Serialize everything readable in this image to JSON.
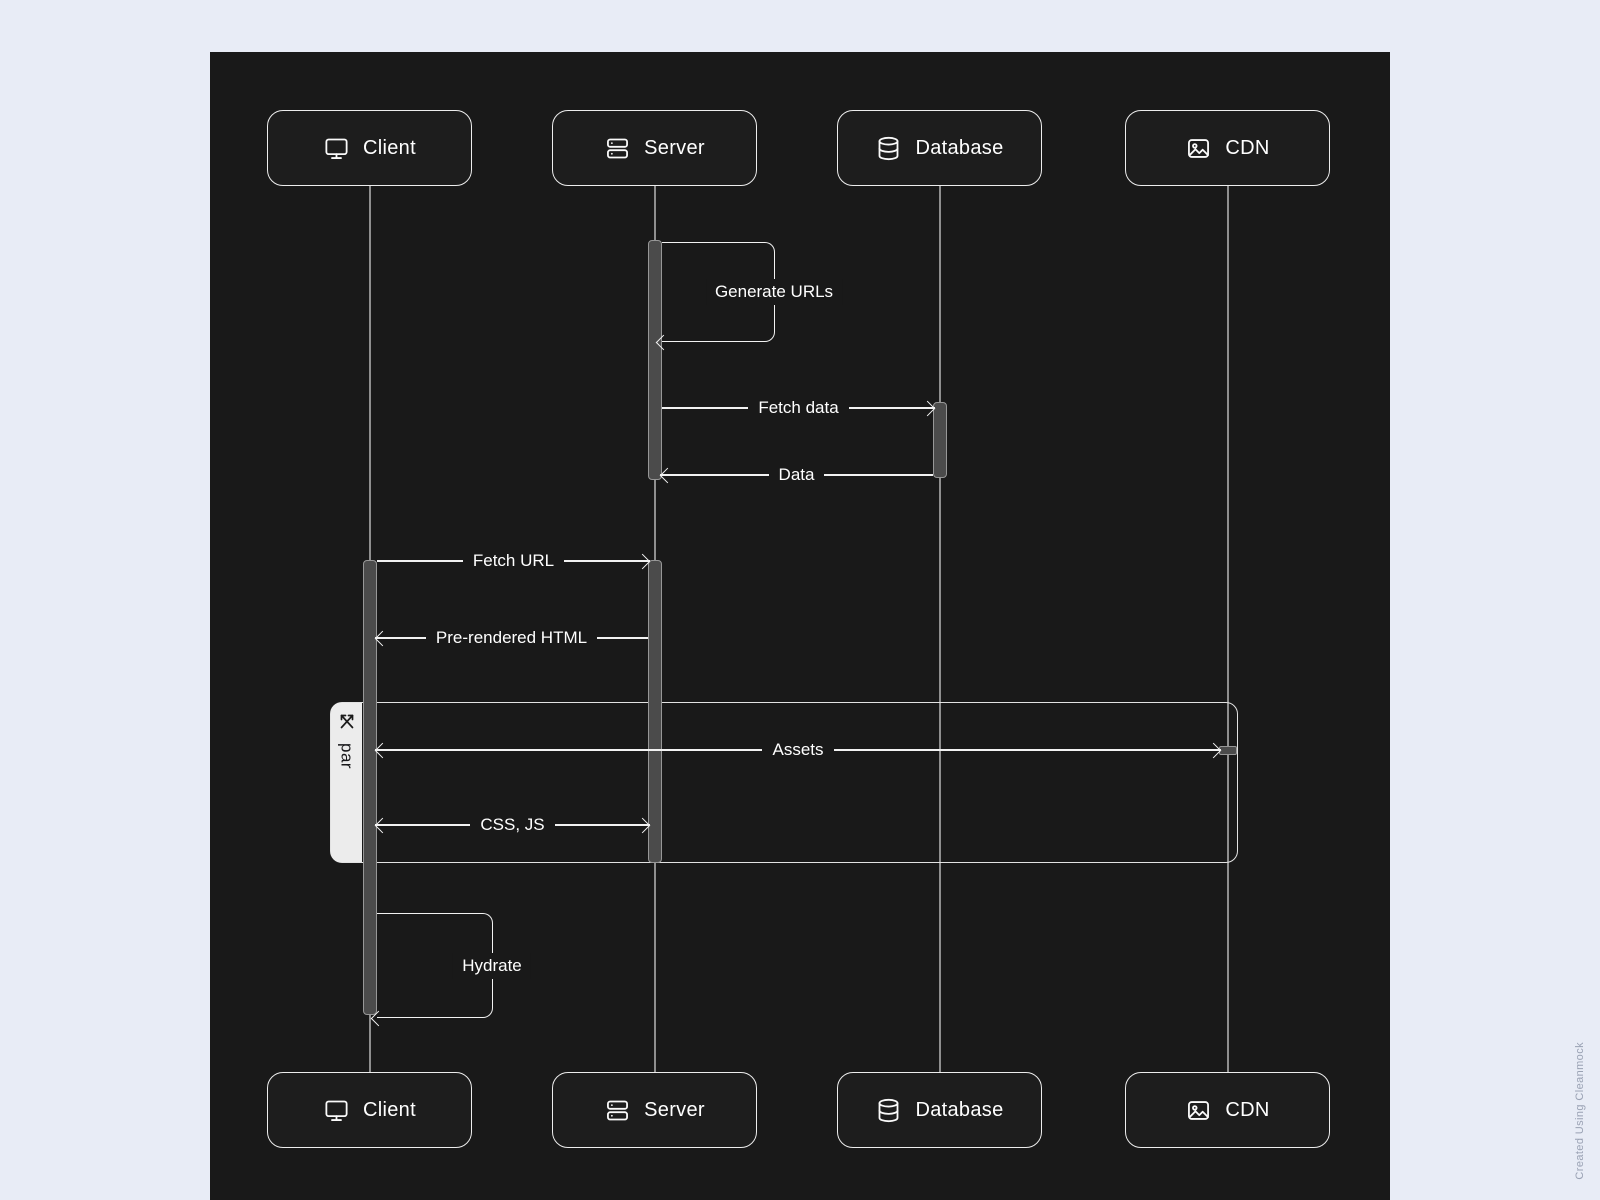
{
  "diagram": {
    "type": "sequence-diagram",
    "watermark": "Created Using Cleanmock",
    "actors": [
      {
        "id": "client",
        "label": "Client",
        "icon": "monitor-icon"
      },
      {
        "id": "server",
        "label": "Server",
        "icon": "server-icon"
      },
      {
        "id": "database",
        "label": "Database",
        "icon": "database-icon"
      },
      {
        "id": "cdn",
        "label": "CDN",
        "icon": "image-icon"
      }
    ],
    "messages": [
      {
        "id": "generate-urls",
        "from": "Server",
        "to": "Server",
        "label": "Generate URLs",
        "kind": "self-loop"
      },
      {
        "id": "fetch-data",
        "from": "Server",
        "to": "Database",
        "label": "Fetch data",
        "kind": "arrow-right"
      },
      {
        "id": "data",
        "from": "Database",
        "to": "Server",
        "label": "Data",
        "kind": "arrow-left"
      },
      {
        "id": "fetch-url",
        "from": "Client",
        "to": "Server",
        "label": "Fetch URL",
        "kind": "arrow-right"
      },
      {
        "id": "pre-rendered-html",
        "from": "Server",
        "to": "Client",
        "label": "Pre-rendered HTML",
        "kind": "arrow-left"
      },
      {
        "id": "assets",
        "from": "Client",
        "to": "CDN",
        "label": "Assets",
        "kind": "arrow-both",
        "in_par": true
      },
      {
        "id": "css-js",
        "from": "Client",
        "to": "Server",
        "label": "CSS, JS",
        "kind": "arrow-both",
        "in_par": true
      },
      {
        "id": "hydrate",
        "from": "Client",
        "to": "Client",
        "label": "Hydrate",
        "kind": "self-loop"
      }
    ],
    "par_block": {
      "label": "par",
      "icon": "crossing-arrows-icon"
    },
    "colors": {
      "page_bg": "#e8ecf6",
      "canvas_bg": "#191919",
      "actor_box_bg": "#1d1d1d",
      "stroke": "#f2f2f2",
      "lifeline": "#8f8f8f",
      "activation_fill": "#4b4b4b",
      "activation_border": "#979797",
      "par_tab_bg": "#ececec",
      "watermark_text": "#9aa2b4"
    }
  }
}
